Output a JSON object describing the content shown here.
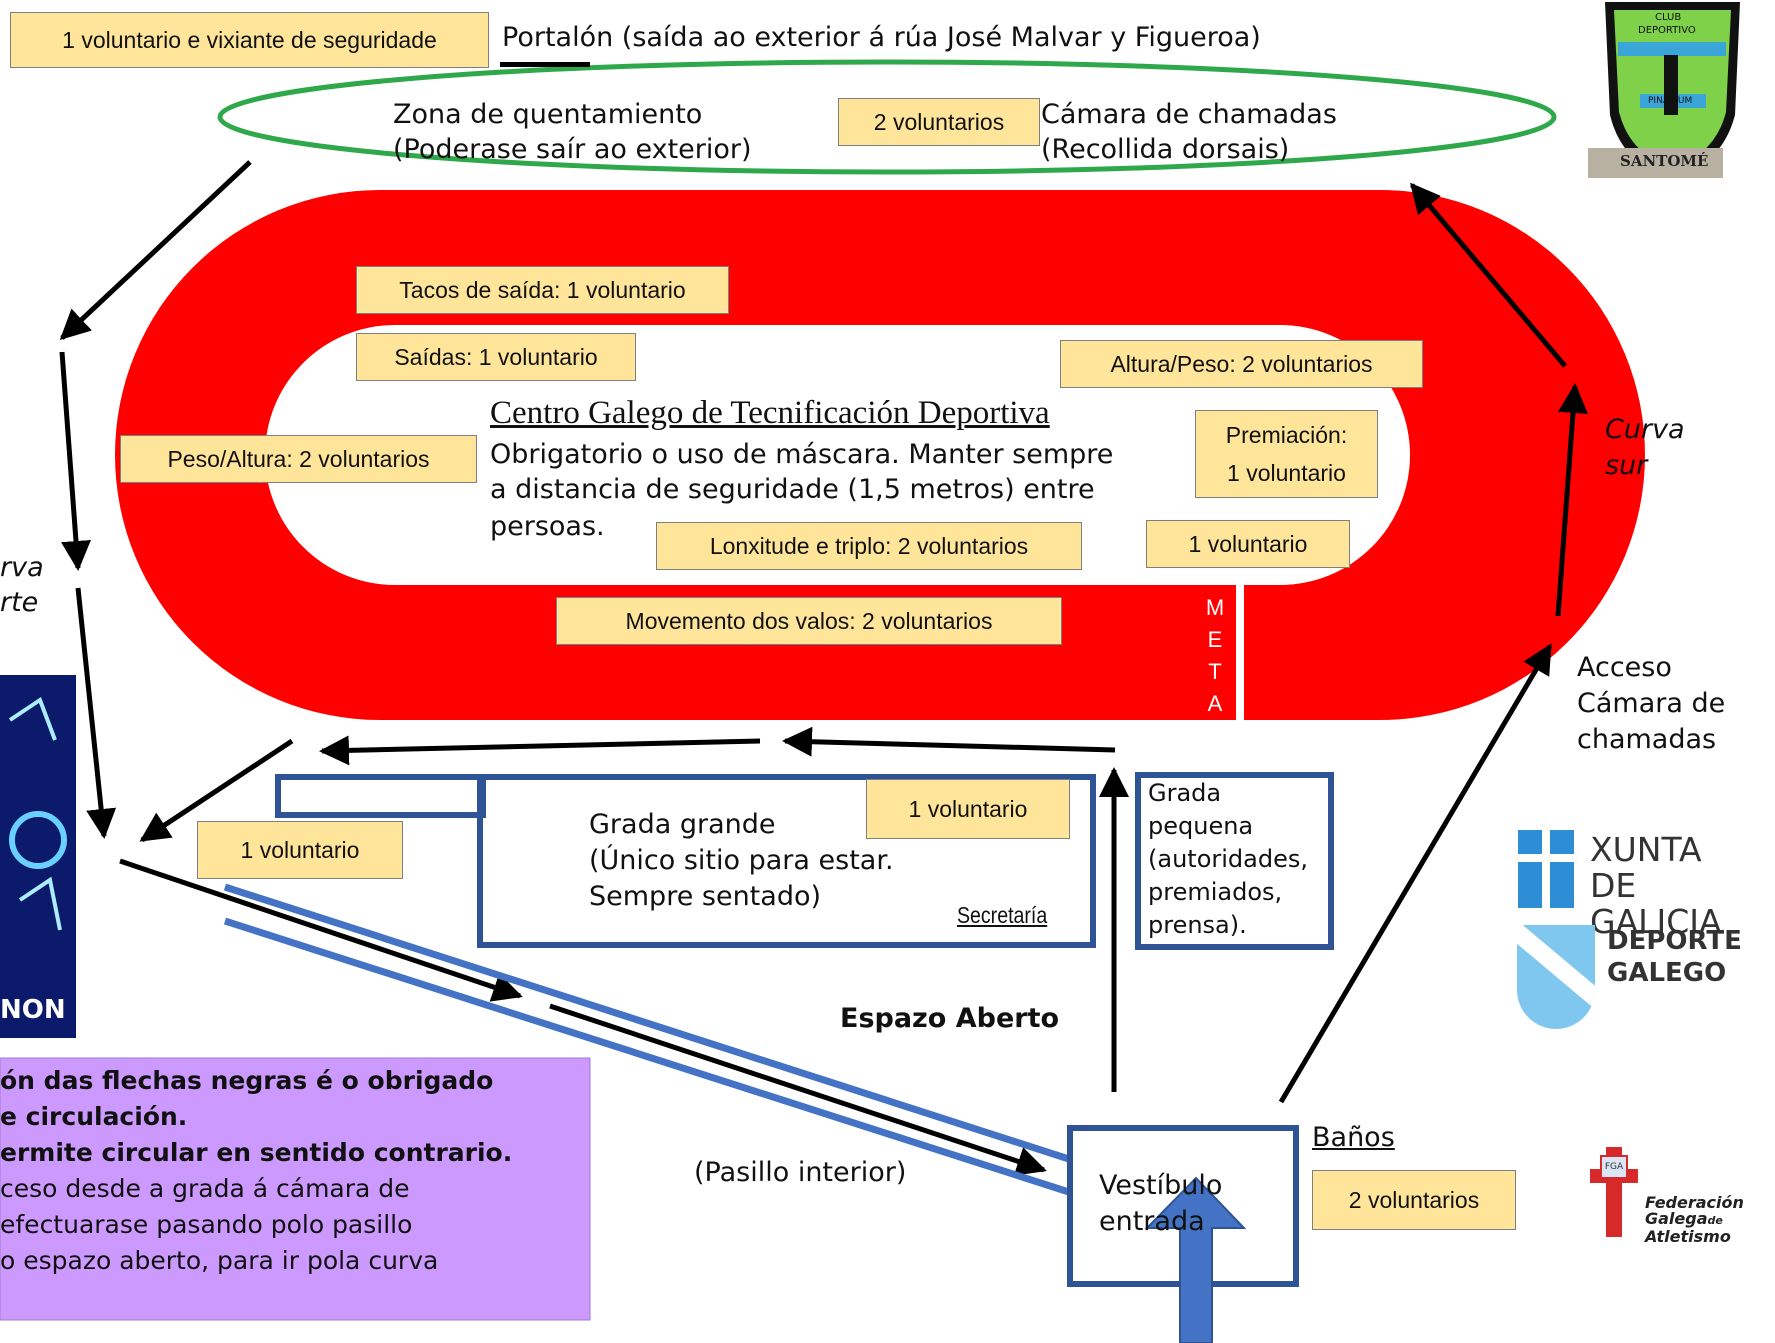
{
  "header": {
    "top_left_box": "1 voluntario e vixiante de seguridade",
    "portalon": "Portalón (saída ao exterior á rúa José Malvar y Figueroa)"
  },
  "top_zone": {
    "warmup_line1": "Zona de quentamiento",
    "warmup_line2": "(Poderase saír ao exterior)",
    "volunteers": "2 voluntarios",
    "call_room_line1": "Cámara de chamadas",
    "call_room_line2": "(Recollida dorsais)"
  },
  "track": {
    "tacos": "Tacos de saída: 1 voluntario",
    "saidas": "Saídas: 1 voluntario",
    "altura_peso": "Altura/Peso: 2 voluntarios",
    "peso_altura": "Peso/Altura: 2 voluntarios",
    "premiacion_line1": "Premiación:",
    "premiacion_line2": "1 voluntario",
    "centro_title": "Centro Galego de Tecnificación Deportiva",
    "centro_line1": "Obrigatorio o uso de máscara. Manter sempre",
    "centro_line2": "a distancia de seguridade (1,5 metros) entre",
    "centro_line3": "persoas.",
    "lonxitude": "Lonxitude e triplo: 2 voluntarios",
    "one_vol_inner": "1 voluntario",
    "valos": "Movemento dos valos: 2 voluntarios",
    "meta": [
      "M",
      "E",
      "T",
      "A"
    ]
  },
  "curves": {
    "sur_line1": "Curva",
    "sur_line2": "sur",
    "norte_line1": "rva",
    "norte_line2": "rte"
  },
  "stands": {
    "left_vol": "1 voluntario",
    "grada_vol": "1 voluntario",
    "grada_grande_line1": "Grada grande",
    "grada_grande_line2": "(Único sitio para estar.",
    "grada_grande_line3": "Sempre sentado)",
    "secretaria": "Secretaría",
    "grada_pequena": [
      "Grada",
      "pequena",
      "(autoridades,",
      "premiados,",
      "prensa)."
    ]
  },
  "access": {
    "line1": "Acceso",
    "line2": "Cámara de",
    "line3": "chamadas"
  },
  "bottom": {
    "espazo": "Espazo Aberto",
    "pasillo": "(Pasillo interior)",
    "vestibulo_line1": "Vestíbulo",
    "vestibulo_line2": "entrada",
    "banos": "Baños",
    "banos_vol": "2 voluntarios"
  },
  "note": {
    "line1": "ón das flechas negras é o obrigado",
    "line2": "e circulación.",
    "line3": "ermite circular en sentido contrario.",
    "line4": "ceso desde a grada á cámara de",
    "line5": " efectuarase pasando polo pasillo",
    "line6": "o espazo aberto, para ir pola curva"
  },
  "logos": {
    "santome_top": "CLUB",
    "santome_top2": "DEPORTIVO",
    "santome_band": "PINARIUM",
    "santome_bottom": "SANTOMÉ",
    "xunta1": "XUNTA",
    "xunta2": "DE GALICIA",
    "deporte1": "DEPORTE",
    "deporte2": "GALEGO",
    "fga_badge": "FGA",
    "fga1": "Federación",
    "fga2": "Galega",
    "fga2b": "de",
    "fga3": "Atletismo",
    "poster_bottom": "NON"
  },
  "colors": {
    "track_red": "#ff0000",
    "volunteer_box": "#ffe599",
    "warmup_oval": "#2ea84a",
    "stand_blue": "#2f5496",
    "corridor_blue": "#4472c4",
    "note_purple": "#cc99ff"
  }
}
